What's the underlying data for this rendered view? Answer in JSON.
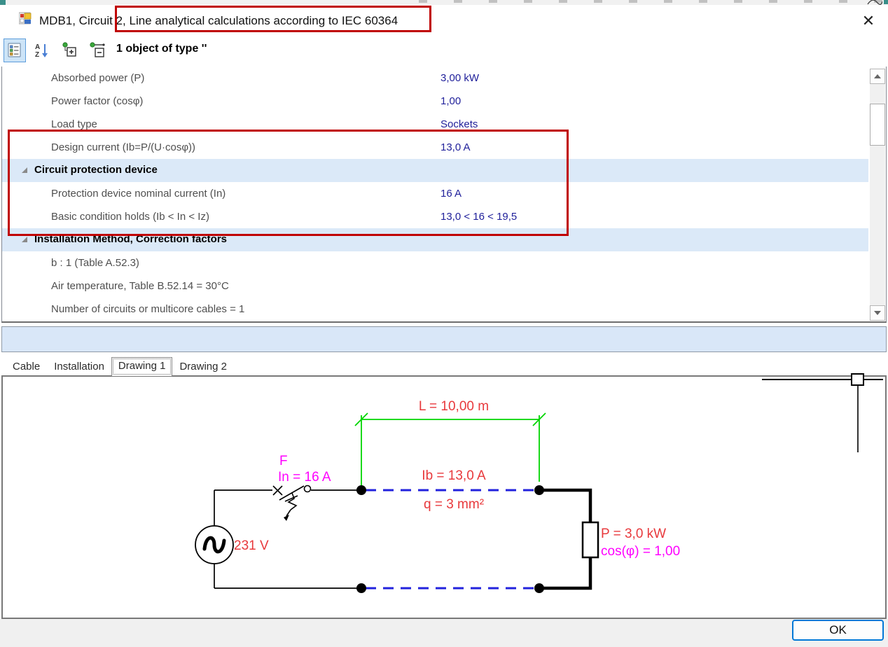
{
  "window": {
    "title_prefix": "MDB1, Circuit 2,",
    "title_highlight": "Line analytical calculations according to IEC 60364",
    "close_icon": "✕"
  },
  "toolbar": {
    "object_count_text": "1 object of type ''"
  },
  "property_grid": {
    "rows": [
      {
        "type": "item",
        "label": "Absorbed power (P)",
        "value": "3,00 kW"
      },
      {
        "type": "item",
        "label": "Power factor (cosφ)",
        "value": "1,00"
      },
      {
        "type": "item",
        "label": "Load type",
        "value": "Sockets"
      },
      {
        "type": "item",
        "label": "Design current (Ib=P/(U·cosφ))",
        "value": "13,0 A"
      },
      {
        "type": "category",
        "label": "Circuit protection device",
        "value": ""
      },
      {
        "type": "item",
        "label": "Protection device nominal current (In)",
        "value": "16 A"
      },
      {
        "type": "item",
        "label": "Basic condition holds (Ib < In < Iz)",
        "value": "13,0 < 16 < 19,5"
      },
      {
        "type": "category",
        "label": "Installation Method, Correction factors",
        "value": ""
      },
      {
        "type": "item",
        "label": "b : 1 (Table A.52.3)",
        "value": ""
      },
      {
        "type": "item",
        "label": "Air temperature, Table B.52.14 = 30°C",
        "value": ""
      },
      {
        "type": "item",
        "label": "Number of circuits or multicore cables = 1",
        "value": ""
      }
    ]
  },
  "tabs": [
    {
      "label": "Cable",
      "active": false
    },
    {
      "label": "Installation",
      "active": false
    },
    {
      "label": "Drawing 1",
      "active": true
    },
    {
      "label": "Drawing 2",
      "active": false
    }
  ],
  "drawing": {
    "length_label": "L = 10,00 m",
    "protection_name": "F",
    "protection_rating": "In = 16 A",
    "design_current": "Ib = 13,0 A",
    "cross_section": "q = 3 mm²",
    "source_voltage": "231 V",
    "load_power": "P = 3,0 kW",
    "load_cos_phi": "cos(φ) = 1,00"
  },
  "footer": {
    "ok_label": "OK"
  },
  "colors": {
    "annotation_red": "#c00000",
    "drawing_red": "#e8393c",
    "drawing_magenta": "#ff00ff",
    "dimension_green": "#00d500",
    "cable_blue": "#2222dd",
    "value_navy": "#21219b",
    "category_bg": "#dbe9f8",
    "ok_border_blue": "#0078d7"
  }
}
